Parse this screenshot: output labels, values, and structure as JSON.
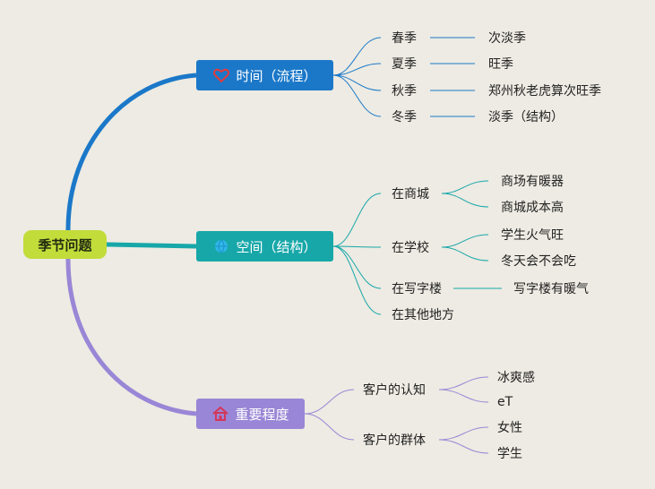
{
  "root": {
    "label": "季节问题"
  },
  "branches": {
    "time": {
      "label": "时间（流程）",
      "icon": "heart-icon",
      "color": "#1b78c9"
    },
    "space": {
      "label": "空间（结构）",
      "icon": "globe-icon",
      "color": "#17a7a9"
    },
    "importance": {
      "label": "重要程度",
      "icon": "house-icon",
      "color": "#9a86d6"
    }
  },
  "time": {
    "spring": "春季",
    "spring_note": "次淡季",
    "summer": "夏季",
    "summer_note": "旺季",
    "autumn": "秋季",
    "autumn_note": "郑州秋老虎算次旺季",
    "winter": "冬季",
    "winter_note": "淡季（结构）"
  },
  "space": {
    "mall": "在商城",
    "mall_note1": "商场有暖器",
    "mall_note2": "商城成本高",
    "school": "在学校",
    "school_note1": "学生火气旺",
    "school_note2": "冬天会不会吃",
    "office": "在写字楼",
    "office_note": "写字楼有暖气",
    "other": "在其他地方"
  },
  "importance": {
    "cognition": "客户的认知",
    "cognition_note1": "冰爽感",
    "cognition_note2": "eT",
    "group": "客户的群体",
    "group_note1": "女性",
    "group_note2": "学生"
  }
}
